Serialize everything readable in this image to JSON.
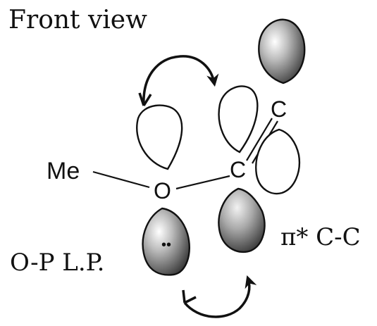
{
  "title": "Front view",
  "labels": {
    "methyl": "Me",
    "oxygen": "O",
    "carbon_lower": "C",
    "carbon_upper": "C",
    "lone_pair": "O-P L.P.",
    "pi_star": "π* C-C",
    "lone_pair_dots": "••"
  },
  "colors": {
    "line": "#111111",
    "shade_light": "#ffffff",
    "shade_mid": "#bdbdbd",
    "shade_dark": "#2a2a2a"
  }
}
